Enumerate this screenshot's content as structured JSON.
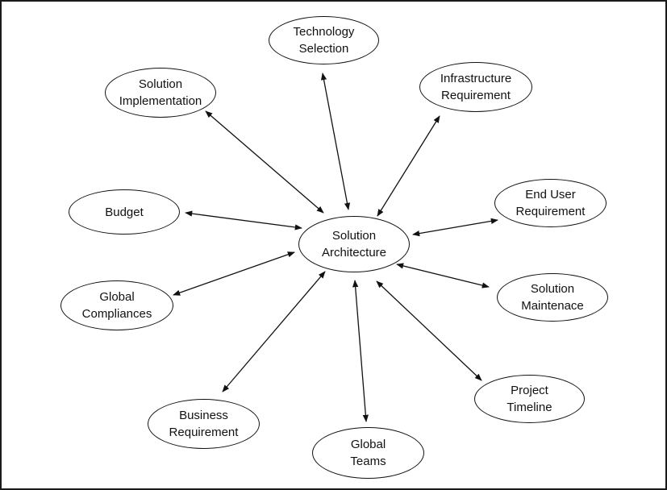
{
  "diagram": {
    "center": {
      "line1": "Solution",
      "line2": "Architecture"
    },
    "nodes": {
      "technology_selection": {
        "line1": "Technology",
        "line2": "Selection"
      },
      "infrastructure_requirement": {
        "line1": "Infrastructure",
        "line2": "Requirement"
      },
      "solution_implementation": {
        "line1": "Solution",
        "line2": "Implementation"
      },
      "budget": {
        "line1": "Budget"
      },
      "end_user_requirement": {
        "line1": "End User",
        "line2": "Requirement"
      },
      "solution_maintenance": {
        "line1": "Solution",
        "line2": "Maintenace"
      },
      "global_compliances": {
        "line1": "Global",
        "line2": "Compliances"
      },
      "project_timeline": {
        "line1": "Project",
        "line2": "Timeline"
      },
      "business_requirement": {
        "line1": "Business",
        "line2": "Requirement"
      },
      "global_teams": {
        "line1": "Global",
        "line2": "Teams"
      }
    },
    "edge_style": "double-headed-arrow",
    "colors": {
      "line": "#111111",
      "background": "#ffffff",
      "border": "#1a1a1a"
    }
  }
}
